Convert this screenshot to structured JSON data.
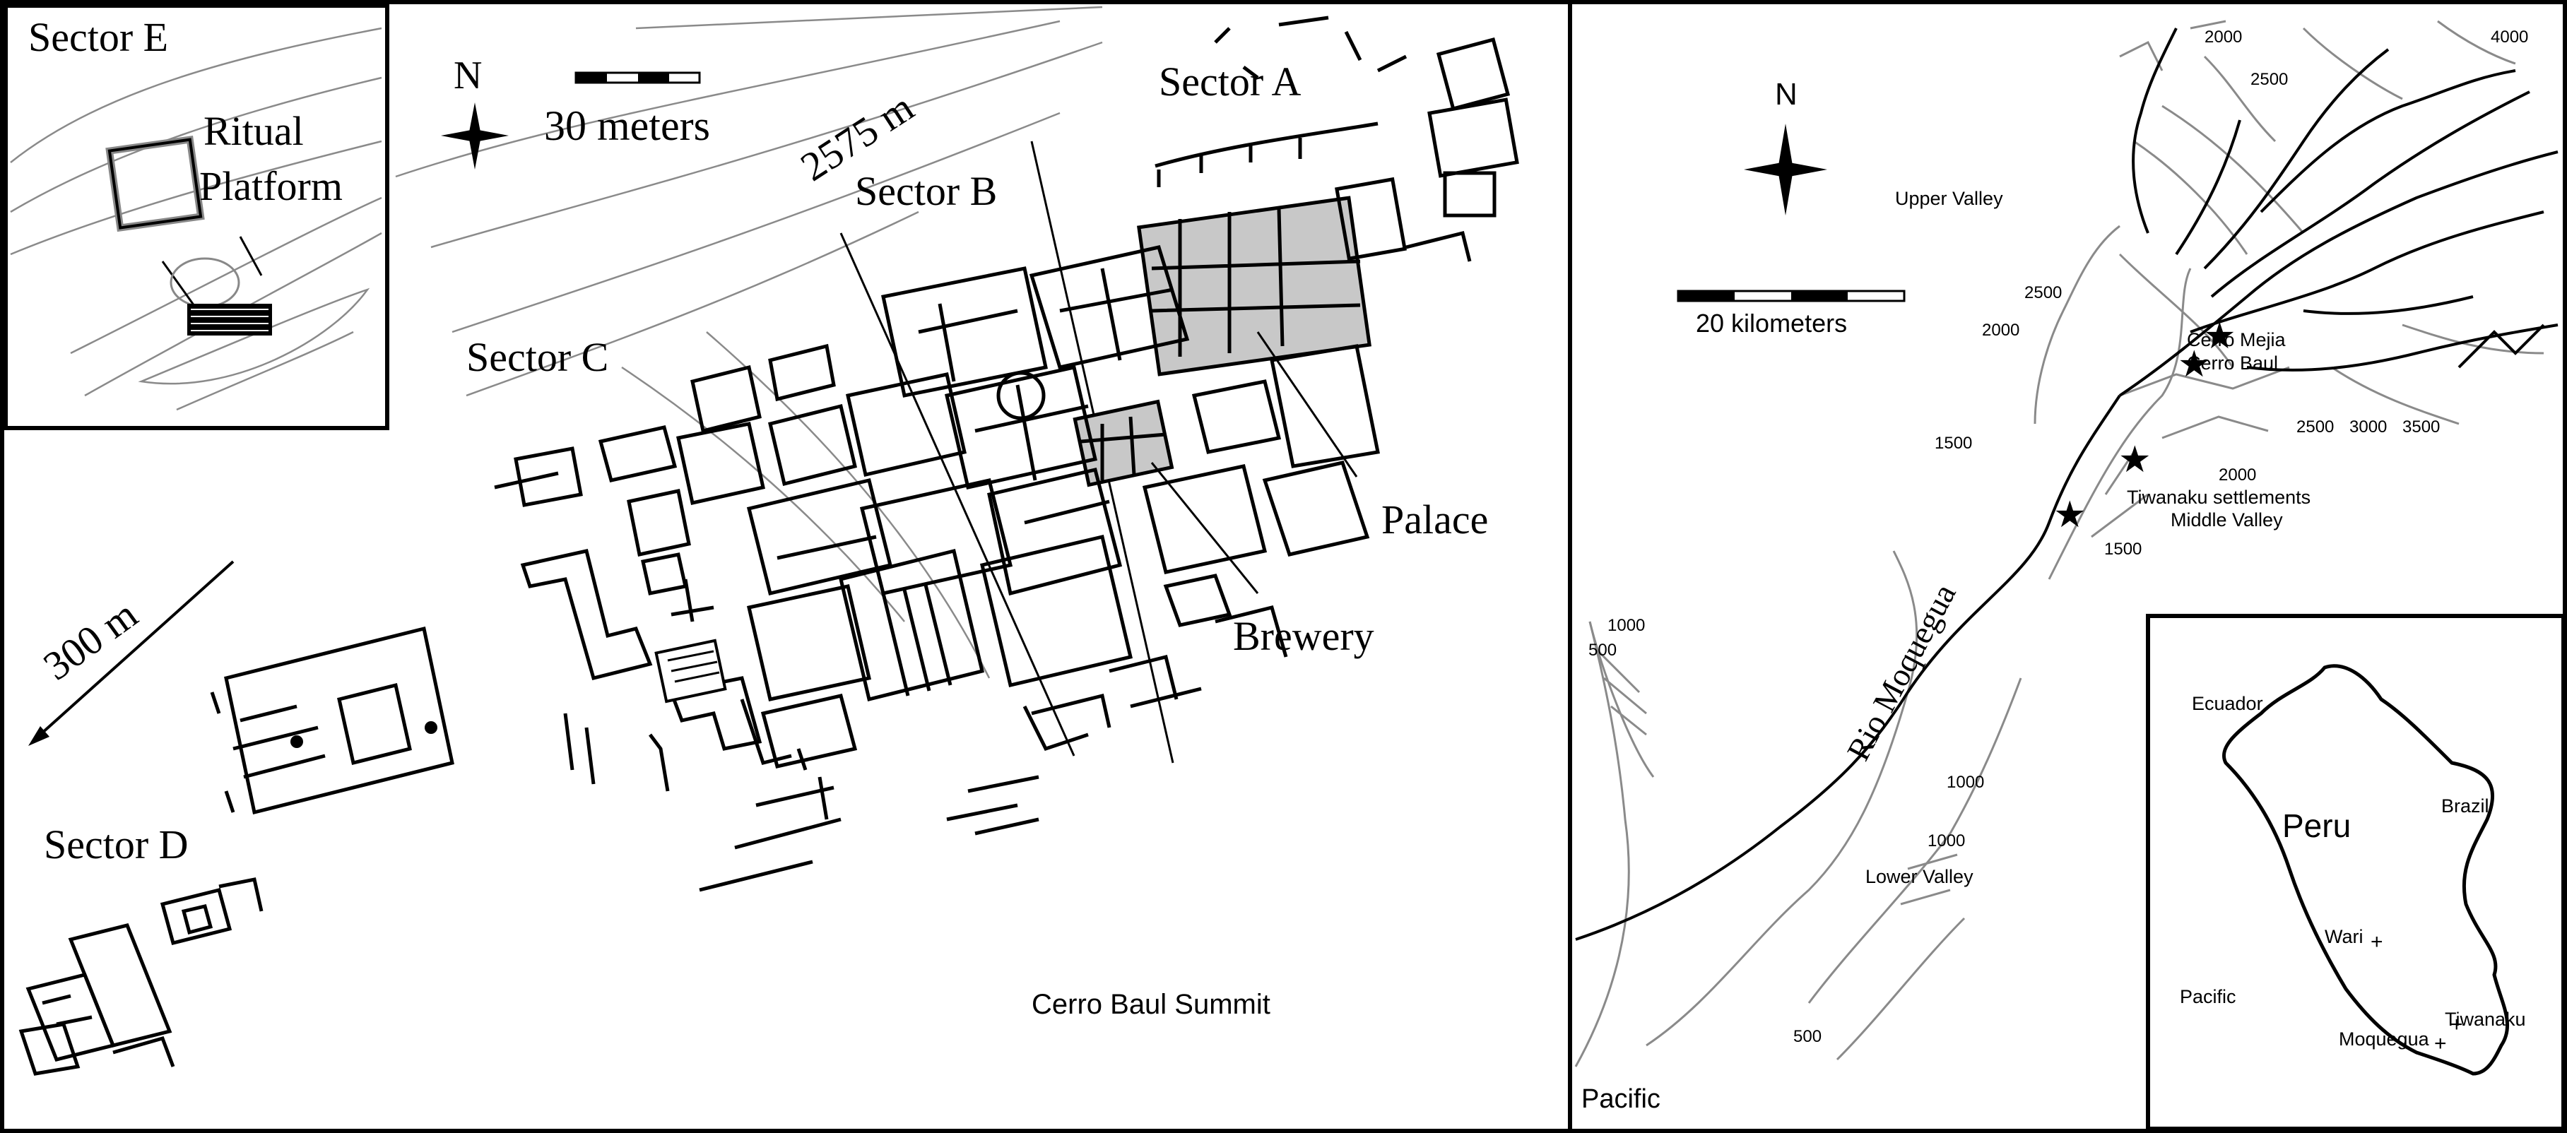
{
  "site_map": {
    "inset_sector_e": {
      "sector_label": "Sector E",
      "ritual_line1": "Ritual",
      "ritual_line2": "Platform"
    },
    "north_label": "N",
    "scale_label": "30 meters",
    "elevation_label": "2575 m",
    "distance_label": "300 m",
    "sectors": {
      "a": "Sector A",
      "b": "Sector B",
      "c": "Sector C",
      "d": "Sector D"
    },
    "features": {
      "palace": "Palace",
      "brewery": "Brewery"
    },
    "summit_label": "Cerro Baul Summit"
  },
  "regional_map": {
    "north_label": "N",
    "scale_label": "20 kilometers",
    "upper_valley": "Upper Valley",
    "middle_valley": "Middle Valley",
    "lower_valley": "Lower Valley",
    "settlements": "Tiwanaku settlements",
    "cerro_mejia": "Cerro Mejia",
    "cerro_baul": "Cerro Baul",
    "river": "Rio Moquegua",
    "ocean": "Pacific",
    "contours": {
      "c500": "500",
      "c1000": "1000",
      "c1500": "1500",
      "c2000": "2000",
      "c2500": "2500",
      "c3000": "3000",
      "c3500": "3500",
      "c4000": "4000"
    }
  },
  "peru_inset": {
    "country": "Peru",
    "ecuador": "Ecuador",
    "brazil": "Brazil",
    "pacific": "Pacific",
    "wari": "Wari",
    "moquegua": "Moquegua",
    "tiwanaku": "Tiwanaku"
  }
}
